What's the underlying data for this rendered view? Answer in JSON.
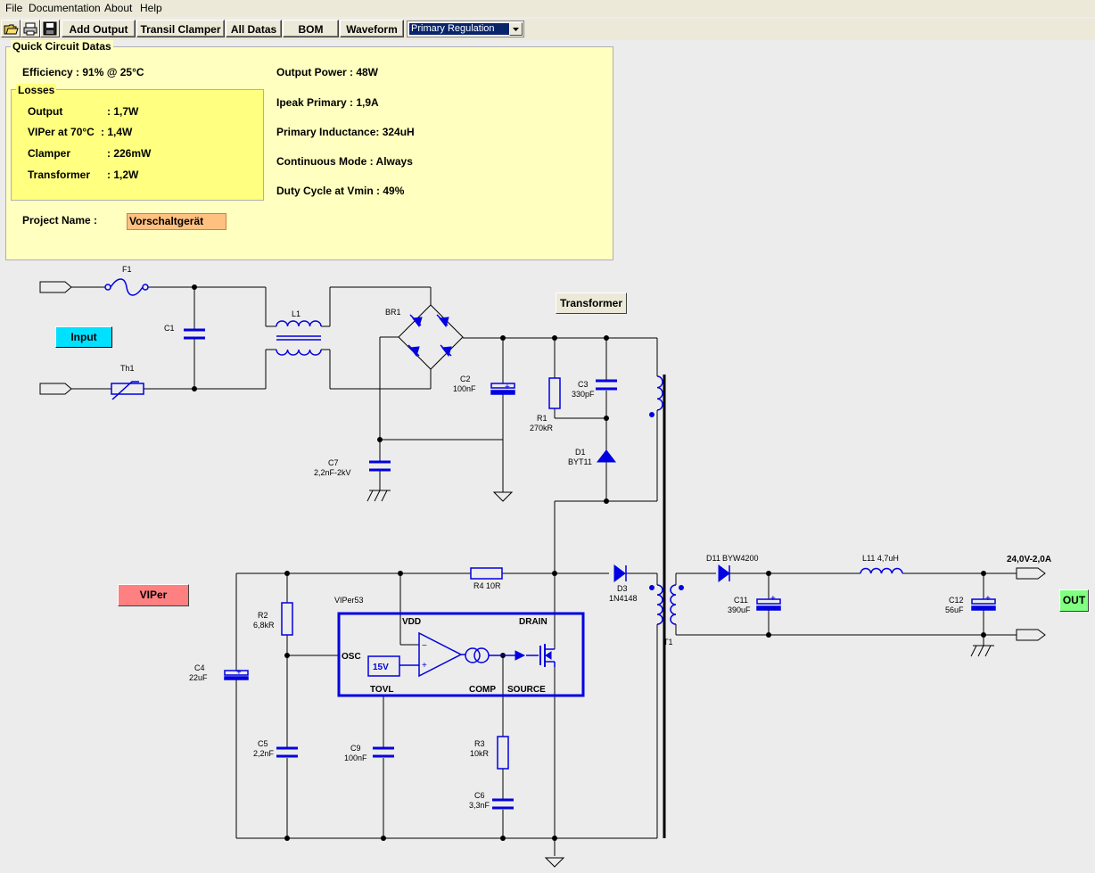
{
  "menu": [
    "File",
    "Documentation",
    "About",
    "Help"
  ],
  "toolbar": {
    "icons": [
      "open-folder-icon",
      "print-icon",
      "save-icon"
    ],
    "buttons": [
      "Add Output",
      "Transil Clamper",
      "All Datas",
      "BOM",
      "Waveform"
    ],
    "regulation_select": "Primary Regulation"
  },
  "quick": {
    "title": "Quick Circuit Datas",
    "efficiency": "Efficiency : 91% @ 25°C",
    "losses_title": "Losses",
    "losses": [
      {
        "label": "Output",
        "value": ": 1,7W"
      },
      {
        "label": "VIPer at 70°C",
        "value": ": 1,4W"
      },
      {
        "label": "Clamper",
        "value": ": 226mW"
      },
      {
        "label": "Transformer",
        "value": ": 1,2W"
      }
    ],
    "project_label": "Project Name :",
    "project_value": "Vorschaltgerät",
    "right": [
      "Output Power : 48W",
      "Ipeak Primary : 1,9A",
      "Primary Inductance: 324uH",
      "Continuous Mode : Always",
      "Duty Cycle at Vmin : 49%"
    ]
  },
  "schematic_buttons": {
    "input": "Input",
    "transformer": "Transformer",
    "viper": "VIPer",
    "out": "OUT"
  },
  "components": {
    "f1": "F1",
    "c1": "C1",
    "l1": "L1",
    "th1": "Th1",
    "br1": "BR1",
    "c2": "C2",
    "c2v": "100nF",
    "c7": "C7",
    "c7v": "2,2nF-2kV",
    "r1": "R1",
    "r1v": "270kR",
    "c3": "C3",
    "c3v": "330pF",
    "d1": "D1",
    "d1v": "BYT11",
    "r4": "R4 10R",
    "d3": "D3",
    "d3v": "1N4148",
    "t1": "T1",
    "d11": "D11",
    "d11v": "BYW4200",
    "c11": "C11",
    "c11v": "390uF",
    "l11": "L11 4,7uH",
    "c12": "C12",
    "c12v": "56uF",
    "out_rating": "24,0V-2,0A",
    "r2": "R2",
    "r2v": "6,8kR",
    "c4": "C4",
    "c4v": "22uF",
    "c5": "C5",
    "c5v": "2,2nF",
    "c9": "C9",
    "c9v": "100nF",
    "r3": "R3",
    "r3v": "10kR",
    "c6": "C6",
    "c6v": "3,3nF",
    "viper": "VIPer53",
    "vdd": "VDD",
    "drain": "DRAIN",
    "osc": "OSC",
    "tovl": "TOVL",
    "comp": "COMP",
    "source": "SOURCE",
    "v15": "15V"
  },
  "colors": {
    "wire": "#000000",
    "component": "#0000e0",
    "panel": "#ffffc0",
    "losses_panel": "#ffff80",
    "project_field": "#ffc080",
    "input_btn": "#00e0ff",
    "viper_btn": "#ff8080",
    "out_btn": "#80ff80"
  }
}
